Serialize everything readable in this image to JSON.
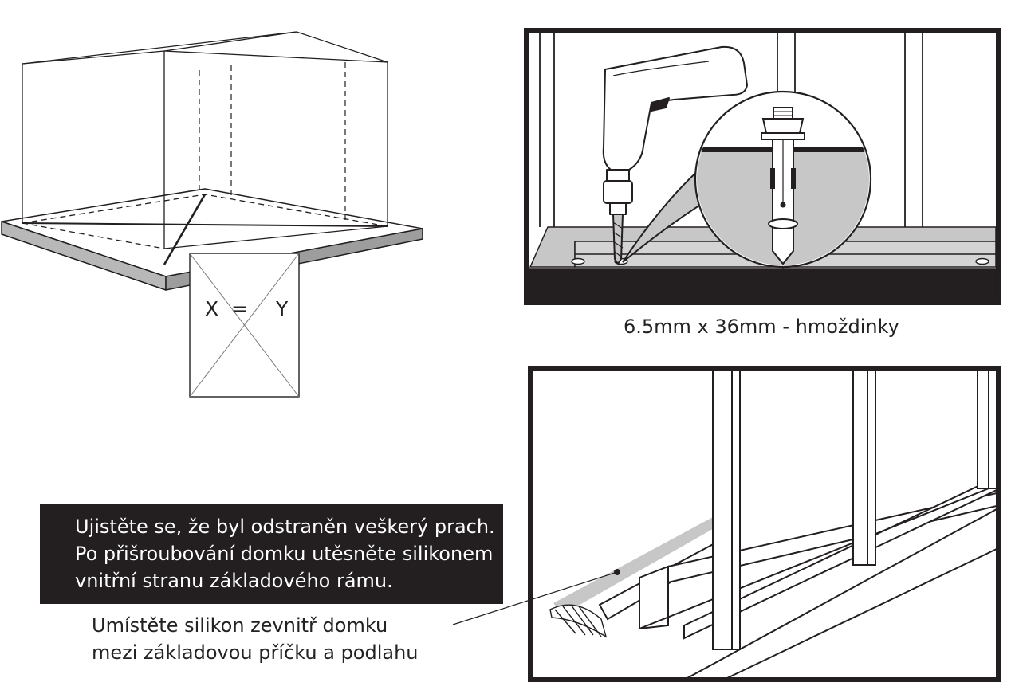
{
  "diagonal_check": {
    "left_label": "X",
    "equals_label": "=",
    "right_label": "Y"
  },
  "anchor_caption": "6.5mm x 36mm - hmoždinky",
  "note_box": {
    "lines": [
      "Ujistěte se, že byl odstraněn veškerý prach.",
      "Po přišroubování domku utěsněte silikonem",
      "vnitřní stranu základového rámu."
    ]
  },
  "silicone_note": {
    "lines": [
      "Umístěte silikon zevnitř domku",
      "mezi základovou příčku a podlahu"
    ]
  }
}
